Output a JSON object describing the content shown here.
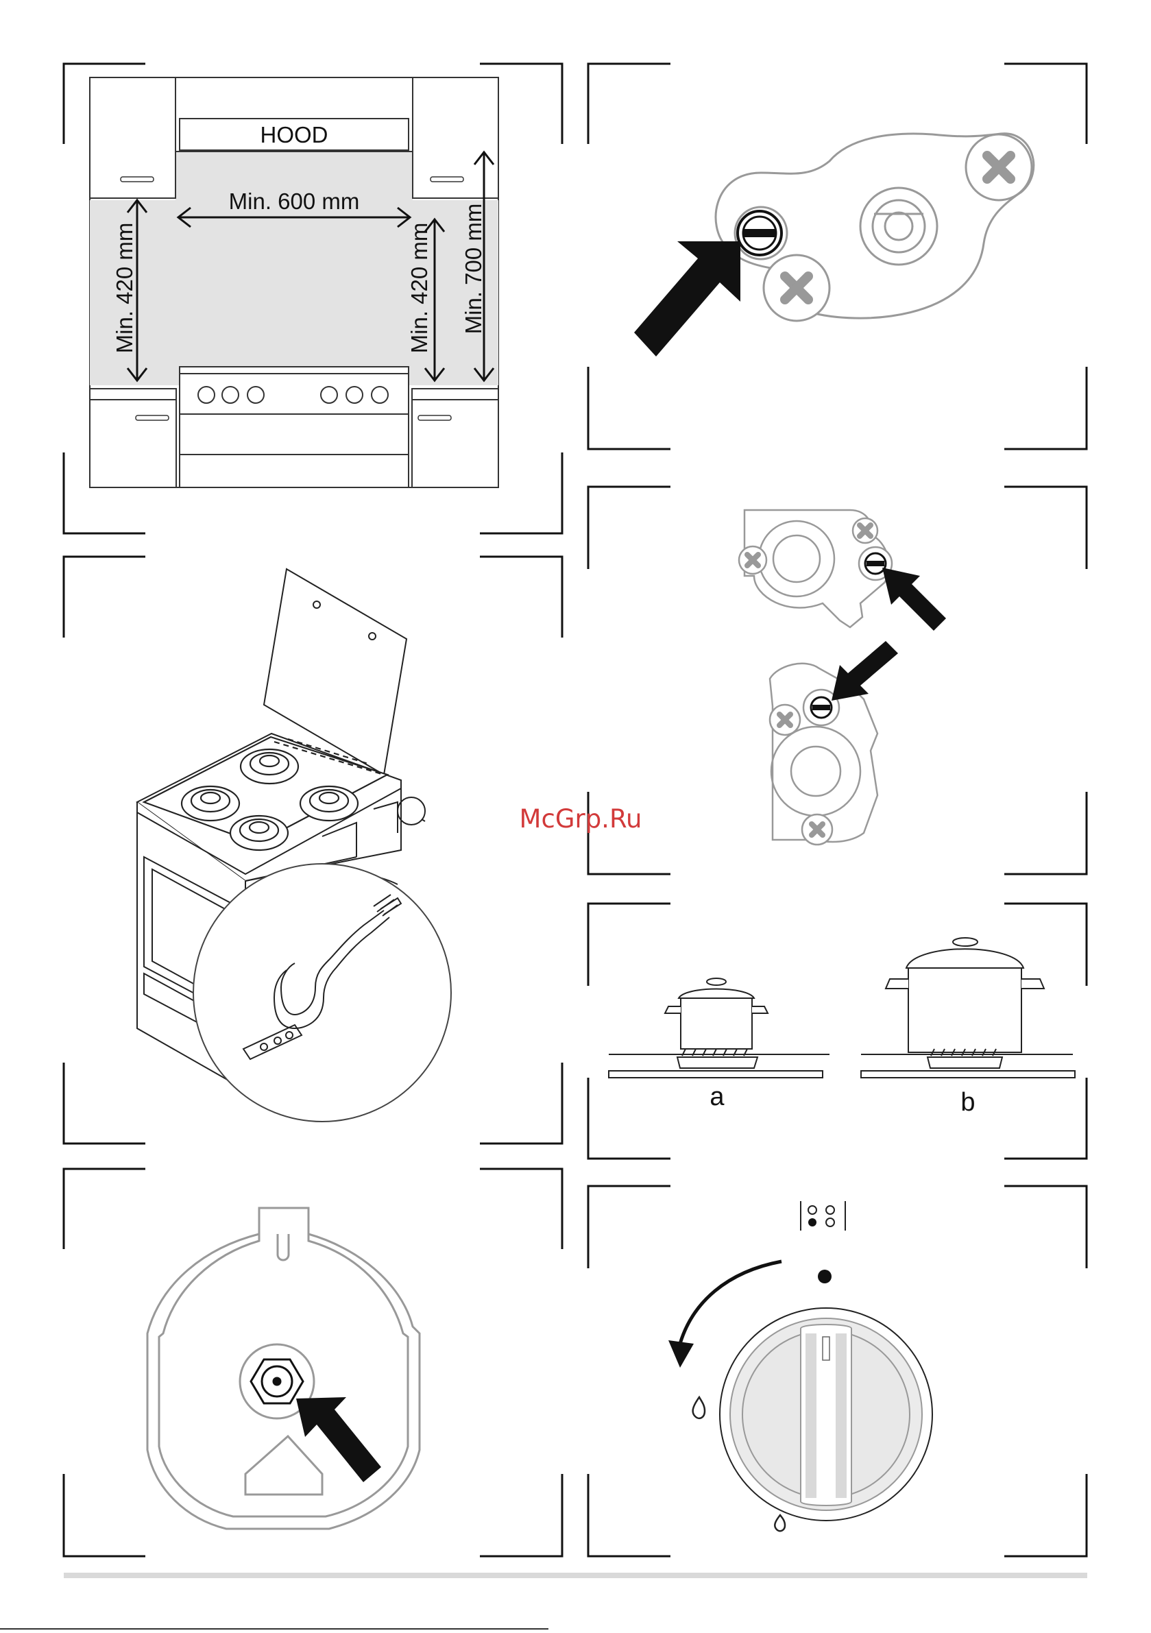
{
  "panel1": {
    "hood_label": "HOOD",
    "dim_width": "Min. 600 mm",
    "dim_left": "Min. 420 mm",
    "dim_right": "Min. 420 mm",
    "dim_height": "Min. 700 mm"
  },
  "panel_pans": {
    "label_a": "a",
    "label_b": "b"
  },
  "watermark": "McGrp.Ru",
  "colors": {
    "ink": "#111111",
    "grey_line": "#9a9a9a",
    "light_fill": "#e6e6e6",
    "watermark": "#d23a3a"
  }
}
